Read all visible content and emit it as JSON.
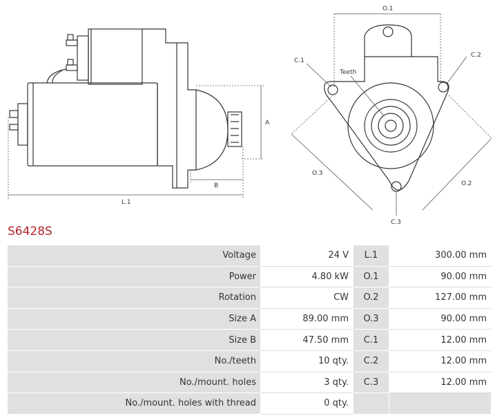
{
  "drawing": {
    "side_view": {
      "dim_l1": "L.1",
      "dim_a": "A",
      "dim_b": "B"
    },
    "front_view": {
      "dim_o1": "O.1",
      "dim_o2": "O.2",
      "dim_o3": "O.3",
      "dim_c1": "C.1",
      "dim_c2": "C.2",
      "dim_c3": "C.3",
      "teeth": "Teeth"
    }
  },
  "part_number": "S6428S",
  "specs": [
    {
      "label": "Voltage",
      "value": "24 V",
      "code": "L.1",
      "code_value": "300.00 mm"
    },
    {
      "label": "Power",
      "value": "4.80 kW",
      "code": "O.1",
      "code_value": "90.00 mm"
    },
    {
      "label": "Rotation",
      "value": "CW",
      "code": "O.2",
      "code_value": "127.00 mm"
    },
    {
      "label": "Size A",
      "value": "89.00 mm",
      "code": "O.3",
      "code_value": "90.00 mm"
    },
    {
      "label": "Size B",
      "value": "47.50 mm",
      "code": "C.1",
      "code_value": "12.00 mm"
    },
    {
      "label": "No./teeth",
      "value": "10 qty.",
      "code": "C.2",
      "code_value": "12.00 mm"
    },
    {
      "label": "No./mount. holes",
      "value": "3 qty.",
      "code": "C.3",
      "code_value": "12.00 mm"
    },
    {
      "label": "No./mount. holes with thread",
      "value": "0 qty.",
      "code": "",
      "code_value": ""
    }
  ]
}
